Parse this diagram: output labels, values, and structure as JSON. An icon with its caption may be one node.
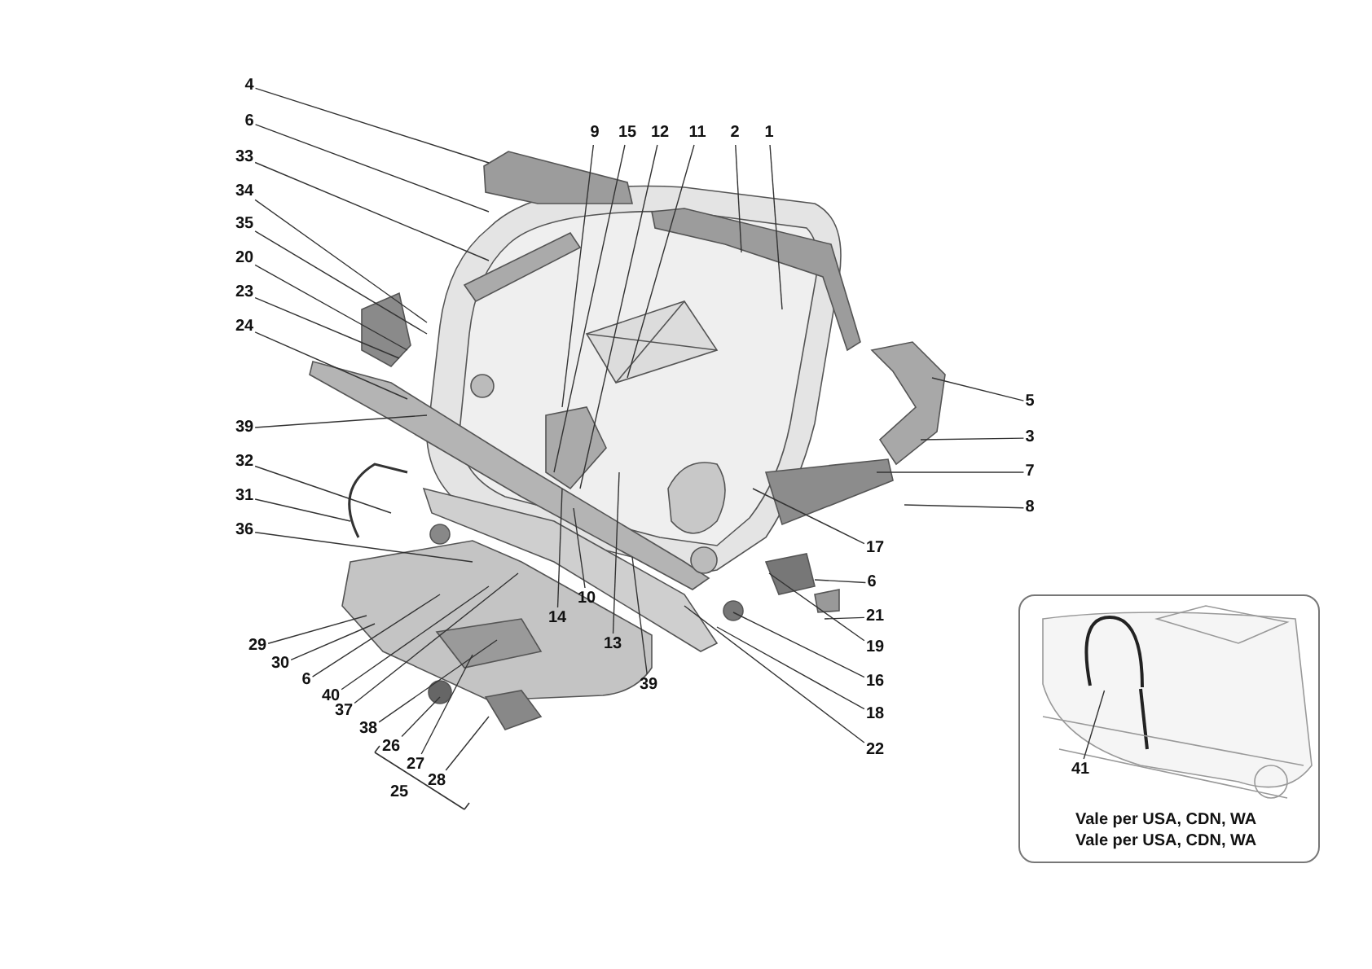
{
  "diagram": {
    "nodes": [
      {
        "text": [
          "4"
        ]
      },
      {
        "text": [
          "6"
        ]
      },
      {
        "text": [
          "33"
        ]
      },
      {
        "text": [
          "34"
        ]
      },
      {
        "text": [
          "35"
        ]
      },
      {
        "text": [
          "20"
        ]
      },
      {
        "text": [
          "23"
        ]
      },
      {
        "text": [
          "24"
        ]
      },
      {
        "text": [
          "39"
        ]
      },
      {
        "text": [
          "32"
        ]
      },
      {
        "text": [
          "31"
        ]
      },
      {
        "text": [
          "36"
        ]
      },
      {
        "text": [
          "29"
        ]
      },
      {
        "text": [
          "30"
        ]
      },
      {
        "text": [
          "6"
        ]
      },
      {
        "text": [
          "40"
        ]
      },
      {
        "text": [
          "37"
        ]
      },
      {
        "text": [
          "38"
        ]
      },
      {
        "text": [
          "26"
        ]
      },
      {
        "text": [
          "27"
        ]
      },
      {
        "text": [
          "28"
        ]
      },
      {
        "text": [
          "9"
        ]
      },
      {
        "text": [
          "15"
        ]
      },
      {
        "text": [
          "12"
        ]
      },
      {
        "text": [
          "11"
        ]
      },
      {
        "text": [
          "2"
        ]
      },
      {
        "text": [
          "1"
        ]
      },
      {
        "text": [
          "14"
        ]
      },
      {
        "text": [
          "10"
        ]
      },
      {
        "text": [
          "13"
        ]
      },
      {
        "text": [
          "39"
        ]
      },
      {
        "text": [
          "5"
        ]
      },
      {
        "text": [
          "3"
        ]
      },
      {
        "text": [
          "7"
        ]
      },
      {
        "text": [
          "8"
        ]
      },
      {
        "text": [
          "17"
        ]
      },
      {
        "text": [
          "6"
        ]
      },
      {
        "text": [
          "21"
        ]
      },
      {
        "text": [
          "19"
        ]
      },
      {
        "text": [
          "16"
        ]
      },
      {
        "text": [
          "18"
        ]
      },
      {
        "text": [
          "22"
        ]
      },
      {
        "text": [
          "Vale per USA, CDN, WA",
          "Vale per USA, CDN, WA"
        ]
      },
      {
        "text": [
          "41"
        ],
        "in": 42
      },
      {
        "text": [],
        "shape": "picture",
        "in": 42
      }
    ],
    "edges": [
      {
        "from": 0,
        "to": null,
        "arrow": "none"
      },
      {
        "from": 1,
        "to": null,
        "arrow": "none"
      },
      {
        "from": 2,
        "to": null,
        "arrow": "none"
      },
      {
        "from": 3,
        "to": null,
        "arrow": "none"
      },
      {
        "from": 4,
        "to": null,
        "arrow": "none"
      },
      {
        "from": 5,
        "to": null,
        "arrow": "none"
      },
      {
        "from": 6,
        "to": null,
        "arrow": "none"
      },
      {
        "from": 7,
        "to": null,
        "arrow": "none"
      },
      {
        "from": 8,
        "to": null,
        "arrow": "none"
      },
      {
        "from": 9,
        "to": null,
        "arrow": "none"
      },
      {
        "from": 10,
        "to": null,
        "arrow": "none"
      },
      {
        "from": 11,
        "to": null,
        "arrow": "none"
      },
      {
        "from": 12,
        "to": null,
        "arrow": "none"
      },
      {
        "from": 13,
        "to": null,
        "arrow": "none"
      },
      {
        "from": 14,
        "to": null,
        "arrow": "none"
      },
      {
        "from": 15,
        "to": null,
        "arrow": "none"
      },
      {
        "from": 16,
        "to": null,
        "arrow": "none"
      },
      {
        "from": 17,
        "to": null,
        "arrow": "none"
      },
      {
        "from": 18,
        "to": null,
        "arrow": "none"
      },
      {
        "from": 19,
        "to": null,
        "arrow": "none"
      },
      {
        "from": 20,
        "to": null,
        "arrow": "none"
      },
      {
        "from": 21,
        "to": null,
        "arrow": "none"
      },
      {
        "from": 22,
        "to": null,
        "arrow": "none"
      },
      {
        "from": 23,
        "to": null,
        "arrow": "none"
      },
      {
        "from": 24,
        "to": null,
        "arrow": "none"
      },
      {
        "from": 25,
        "to": null,
        "arrow": "none"
      },
      {
        "from": 26,
        "to": null,
        "arrow": "none"
      },
      {
        "from": 27,
        "to": null,
        "arrow": "none"
      },
      {
        "from": 28,
        "to": null,
        "arrow": "none"
      },
      {
        "from": 29,
        "to": null,
        "arrow": "none"
      },
      {
        "from": 30,
        "to": null,
        "arrow": "none"
      },
      {
        "from": 31,
        "to": null,
        "arrow": "none"
      },
      {
        "from": 32,
        "to": null,
        "arrow": "none"
      },
      {
        "from": 33,
        "to": null,
        "arrow": "none"
      },
      {
        "from": 34,
        "to": null,
        "arrow": "none"
      },
      {
        "from": 35,
        "to": null,
        "arrow": "none"
      },
      {
        "from": 36,
        "to": null,
        "arrow": "none"
      },
      {
        "from": 37,
        "to": null,
        "arrow": "none"
      },
      {
        "from": 38,
        "to": null,
        "arrow": "none"
      },
      {
        "from": 39,
        "to": null,
        "arrow": "none"
      },
      {
        "from": 40,
        "to": null,
        "arrow": "none"
      },
      {
        "from": 41,
        "to": null,
        "arrow": "none"
      },
      {
        "from": 43,
        "to": 44,
        "arrow": "none"
      }
    ],
    "labels": [
      "25"
    ]
  }
}
